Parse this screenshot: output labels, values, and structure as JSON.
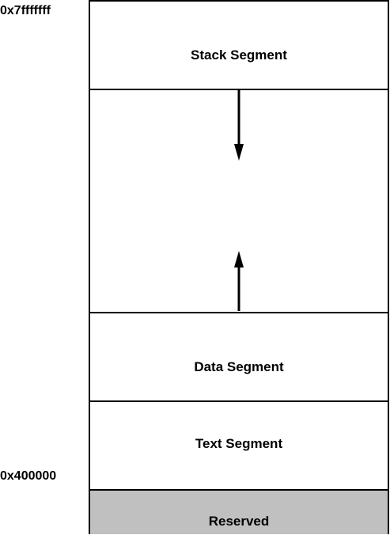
{
  "addresses": {
    "top": "0x7fffffff",
    "bottom": "0x400000"
  },
  "segments": {
    "stack": {
      "label": "Stack Segment"
    },
    "data": {
      "label": "Data Segment"
    },
    "text": {
      "label": "Text Segment"
    },
    "reserved": {
      "label": "Reserved",
      "fill": "#c0c0c0"
    }
  },
  "colors": {
    "line": "#000000",
    "background": "#ffffff",
    "reserved_fill": "#c0c0c0"
  }
}
